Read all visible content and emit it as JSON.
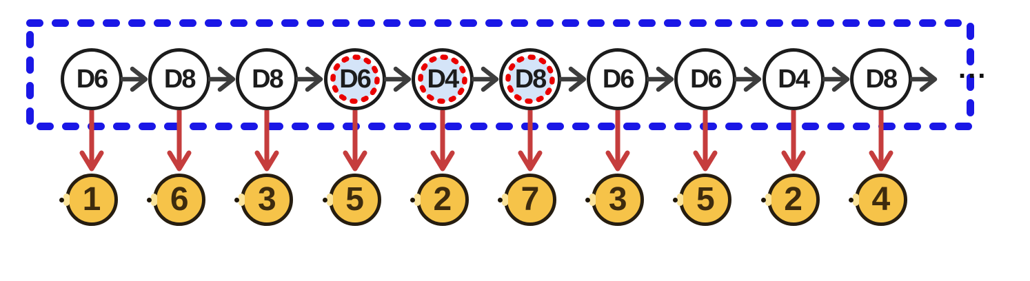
{
  "diagram": {
    "nodes": [
      {
        "label": "D6",
        "highlighted": false,
        "output": "1"
      },
      {
        "label": "D8",
        "highlighted": false,
        "output": "6"
      },
      {
        "label": "D8",
        "highlighted": false,
        "output": "3"
      },
      {
        "label": "D6",
        "highlighted": true,
        "output": "5"
      },
      {
        "label": "D4",
        "highlighted": true,
        "output": "2"
      },
      {
        "label": "D8",
        "highlighted": true,
        "output": "7"
      },
      {
        "label": "D6",
        "highlighted": false,
        "output": "3"
      },
      {
        "label": "D6",
        "highlighted": false,
        "output": "5"
      },
      {
        "label": "D4",
        "highlighted": false,
        "output": "2"
      },
      {
        "label": "D8",
        "highlighted": false,
        "output": "4"
      }
    ],
    "ellipsis": "...",
    "colors": {
      "box_border": "#1a17e6",
      "node_border": "#1c1c1c",
      "node_fill": "#ffffff",
      "highlight_ring": "#ea0000",
      "highlight_fill": "#d4e4f8",
      "flow_arrow": "#3d3d3d",
      "emit_arrow": "#c53d3d",
      "coin_fill": "#f6c349",
      "coin_border": "#261d10",
      "coin_text": "#3d2b0e"
    }
  }
}
